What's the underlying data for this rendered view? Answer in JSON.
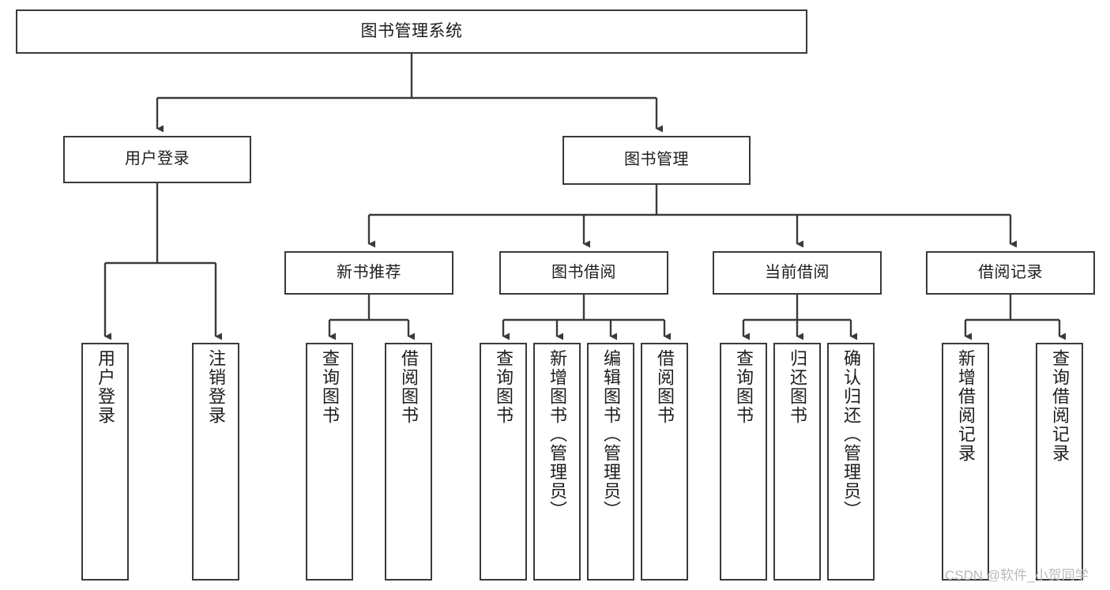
{
  "diagram": {
    "title": "图书管理系统",
    "type": "tree",
    "orientation": "top-down",
    "colors": {
      "box_border": "#3a3a3a",
      "box_fill": "#ffffff",
      "connector": "#3a3a3a",
      "text": "#1d1d1d",
      "watermark": "#b9b9b9",
      "background": "#ffffff"
    },
    "watermark": "CSDN @软件_小贺同学",
    "nodes": {
      "root": {
        "label": "图书管理系统"
      },
      "level1": [
        {
          "id": "user-login",
          "label": "用户登录"
        },
        {
          "id": "book-manage",
          "label": "图书管理"
        }
      ],
      "level2": [
        {
          "id": "new-book-recommend",
          "label": "新书推荐"
        },
        {
          "id": "book-borrow",
          "label": "图书借阅"
        },
        {
          "id": "current-borrow",
          "label": "当前借阅"
        },
        {
          "id": "borrow-record",
          "label": "借阅记录"
        }
      ],
      "leaves": {
        "user-login": [
          {
            "id": "leaf-user-login",
            "label": "用户登录"
          },
          {
            "id": "leaf-user-logout",
            "label": "注销登录"
          }
        ],
        "new-book-recommend": [
          {
            "id": "leaf-query-book-1",
            "label": "查询图书"
          },
          {
            "id": "leaf-borrow-book-1",
            "label": "借阅图书"
          }
        ],
        "book-borrow": [
          {
            "id": "leaf-query-book-2",
            "label": "查询图书"
          },
          {
            "id": "leaf-add-book",
            "label": "新增图书（管理员）"
          },
          {
            "id": "leaf-edit-book",
            "label": "编辑图书（管理员）"
          },
          {
            "id": "leaf-borrow-book-2",
            "label": "借阅图书"
          }
        ],
        "current-borrow": [
          {
            "id": "leaf-query-book-3",
            "label": "查询图书"
          },
          {
            "id": "leaf-return-book",
            "label": "归还图书"
          },
          {
            "id": "leaf-confirm-return",
            "label": "确认归还（管理员）"
          }
        ],
        "borrow-record": [
          {
            "id": "leaf-add-record",
            "label": "新增借阅记录"
          },
          {
            "id": "leaf-query-record",
            "label": "查询借阅记录"
          }
        ]
      }
    }
  }
}
